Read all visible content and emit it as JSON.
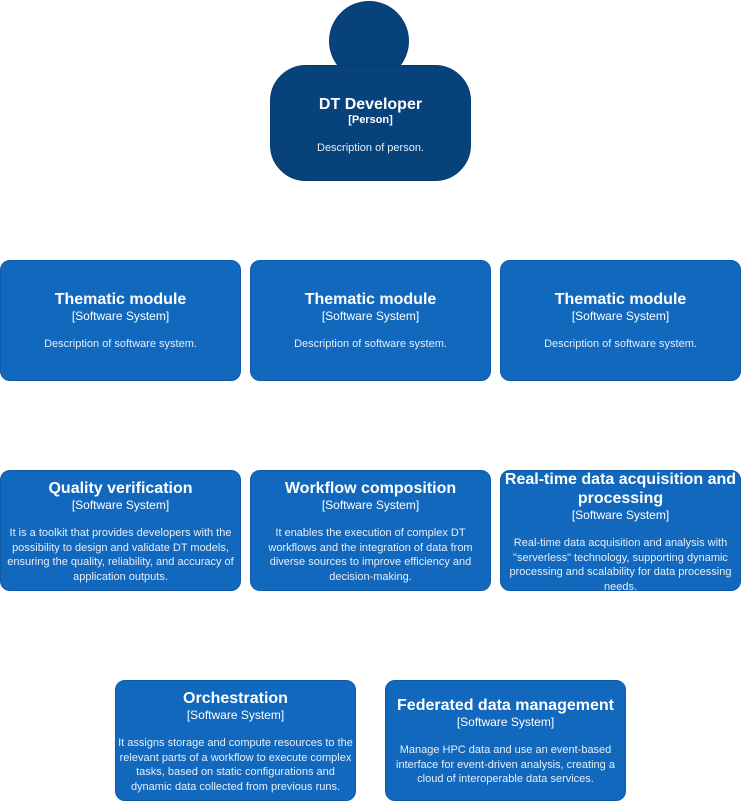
{
  "person": {
    "name": "DT Developer",
    "type": "[Person]",
    "description": "Description of person."
  },
  "thematic": [
    {
      "name": "Thematic module",
      "type": "[Software System]",
      "description": "Description of software system."
    },
    {
      "name": "Thematic module",
      "type": "[Software System]",
      "description": "Description of software system."
    },
    {
      "name": "Thematic module",
      "type": "[Software System]",
      "description": "Description of software system."
    }
  ],
  "systems": [
    {
      "name": "Quality verification",
      "type": "[Software System]",
      "description": "It is a toolkit that provides developers with the possibility to design and validate DT models, ensuring the quality, reliability, and accuracy of application outputs."
    },
    {
      "name": "Workflow composition",
      "type": "[Software System]",
      "description": "It enables the execution of complex DT workflows and the integration of data from diverse sources to improve efficiency and decision-making."
    },
    {
      "name": "Real-time data acquisition and processing",
      "type": "[Software System]",
      "description": "Real-time data acquisition and analysis with \"serverless\" technology, supporting dynamic processing and scalability for data processing needs."
    },
    {
      "name": "Orchestration",
      "type": "[Software System]",
      "description": "It assigns storage and compute resources to the relevant parts of a workflow to execute complex tasks, based on static configurations and dynamic data collected from previous runs."
    },
    {
      "name": "Federated data management",
      "type": "[Software System]",
      "description": "Manage HPC data and use an event-based interface for event-driven analysis, creating a cloud of interoperable data services."
    }
  ],
  "colors": {
    "person": "#08427b",
    "software_system": "#1168bd",
    "text": "#ffffff"
  }
}
